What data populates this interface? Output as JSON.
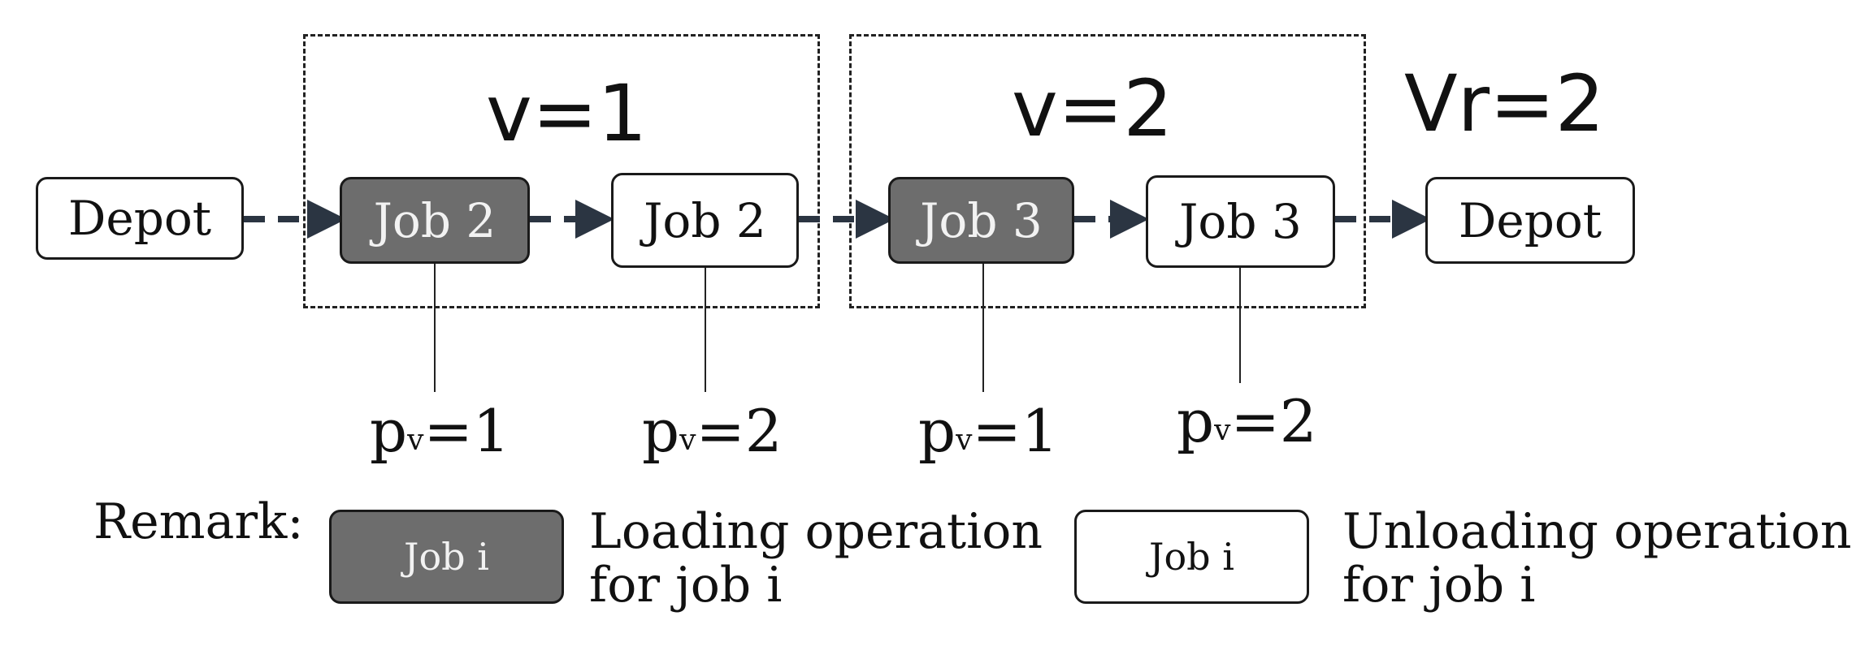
{
  "groups": [
    {
      "label": "v=1"
    },
    {
      "label": "v=2"
    }
  ],
  "vr_label": "Vr=2",
  "nodes": [
    {
      "label": "Depot",
      "style": "white"
    },
    {
      "label": "Job 2",
      "style": "dark"
    },
    {
      "label": "Job 2",
      "style": "white"
    },
    {
      "label": "Job 3",
      "style": "dark"
    },
    {
      "label": "Job 3",
      "style": "white"
    },
    {
      "label": "Depot",
      "style": "white"
    }
  ],
  "positions": [
    {
      "p": "p",
      "sub": "v",
      "value": "=1"
    },
    {
      "p": "p",
      "sub": "v",
      "value": "=2"
    },
    {
      "p": "p",
      "sub": "v",
      "value": "=1"
    },
    {
      "p": "p",
      "sub": "v",
      "value": "=2"
    }
  ],
  "legend": {
    "title": "Remark:",
    "loading": {
      "box": "Job i",
      "line1": "Loading operation",
      "line2": "for job i"
    },
    "unloading": {
      "box": "Job i",
      "line1": "Unloading operation",
      "line2": "for job i"
    }
  },
  "colors": {
    "loading_fill": "#6d6d6d",
    "unloading_fill": "#ffffff",
    "stroke": "#1a1a1a",
    "arrow": "#2b3542"
  }
}
